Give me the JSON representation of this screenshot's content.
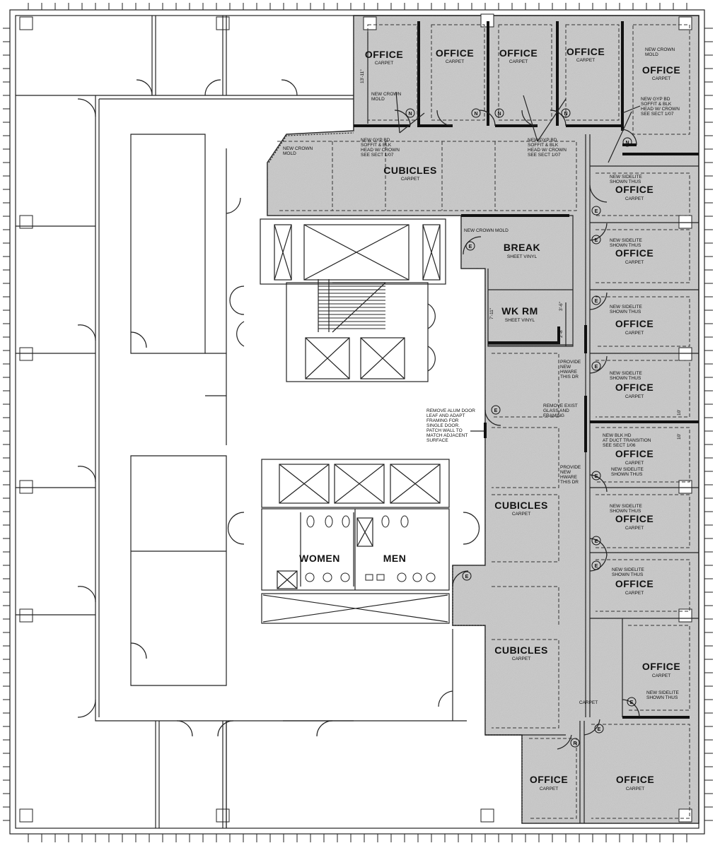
{
  "colors": {
    "tenant_fill": "#c9c9c9",
    "line": "#222222",
    "background": "#ffffff"
  },
  "rooms": {
    "office_top_1": {
      "name": "OFFICE",
      "finish": "CARPET"
    },
    "office_top_2": {
      "name": "OFFICE",
      "finish": "CARPET"
    },
    "office_top_3": {
      "name": "OFFICE",
      "finish": "CARPET"
    },
    "office_top_4": {
      "name": "OFFICE",
      "finish": "CARPET"
    },
    "office_top_5": {
      "name": "OFFICE",
      "finish": "CARPET"
    },
    "cubicles_1": {
      "name": "CUBICLES",
      "finish": "CARPET"
    },
    "break": {
      "name": "BREAK",
      "finish": "SHEET VINYL"
    },
    "wk_rm": {
      "name": "WK RM",
      "finish": "SHEET VINYL"
    },
    "office_r1": {
      "name": "OFFICE",
      "finish": "CARPET"
    },
    "office_r2": {
      "name": "OFFICE",
      "finish": "CARPET"
    },
    "office_r3": {
      "name": "OFFICE",
      "finish": "CARPET"
    },
    "office_r4": {
      "name": "OFFICE",
      "finish": "CARPET"
    },
    "office_r5": {
      "name": "OFFICE",
      "finish": "CARPET"
    },
    "office_r6": {
      "name": "OFFICE",
      "finish": "CARPET"
    },
    "office_r7": {
      "name": "OFFICE",
      "finish": "CARPET"
    },
    "office_r8": {
      "name": "OFFICE",
      "finish": "CARPET"
    },
    "cubicles_2": {
      "name": "CUBICLES",
      "finish": "CARPET"
    },
    "cubicles_3": {
      "name": "CUBICLES",
      "finish": "CARPET"
    },
    "corridor": {
      "finish": "CARPET"
    },
    "office_b1": {
      "name": "OFFICE",
      "finish": "CARPET"
    },
    "office_b2": {
      "name": "OFFICE",
      "finish": "CARPET"
    },
    "women": {
      "name": "WOMEN"
    },
    "men": {
      "name": "MEN"
    }
  },
  "notes": {
    "crown_top_right": [
      "NEW CROWN",
      "MOLD"
    ],
    "crown_top_left": [
      "NEW CROWN",
      "MOLD"
    ],
    "crown_cubicles": [
      "NEW CROWN",
      "MOLD"
    ],
    "soffit_1": [
      "NEW GYP BD",
      "SOFFIT & BLK",
      "HEAD W/ CROWN",
      "SEE SECT 1/07"
    ],
    "soffit_2": [
      "NEW GYP BD",
      "SOFFIT & BLK",
      "HEAD W/ CROWN",
      "SEE SECT 1/07"
    ],
    "soffit_3": [
      "NEW GYP BD",
      "SOFFIT & BLK",
      "HEAD W/ CROWN",
      "SEE SECT 1/07"
    ],
    "crown_break": "NEW CROWN MOLD",
    "sidelite": [
      "NEW SIDELITE",
      "SHOWN THUS"
    ],
    "blk_hd": [
      "NEW BLK HD",
      "AT DUCT TRANSITION",
      "SEE SECT 1/06"
    ],
    "hware": [
      "PROVIDE",
      "NEW",
      "HWARE",
      "THIS DR"
    ],
    "remove_glass": [
      "REMOVE EXIST",
      "GLASS AND",
      "FRAMING"
    ],
    "remove_alum": [
      "REMOVE ALUM DOOR",
      "LEAF AND ADAPT",
      "FRAMING FOR",
      "SINGLE DOOR.",
      "PATCH WALL TO",
      "MATCH ADJACENT",
      "SURFACE"
    ]
  },
  "dimensions": {
    "d1": "13'-11\"",
    "d2": "7'-11\"",
    "d3": "3'-6\"",
    "d4": "2'-8\"",
    "d5": "10'",
    "d6": "10'"
  },
  "door_tags": {
    "existing": "E",
    "new": "N",
    "relocated": "R"
  }
}
